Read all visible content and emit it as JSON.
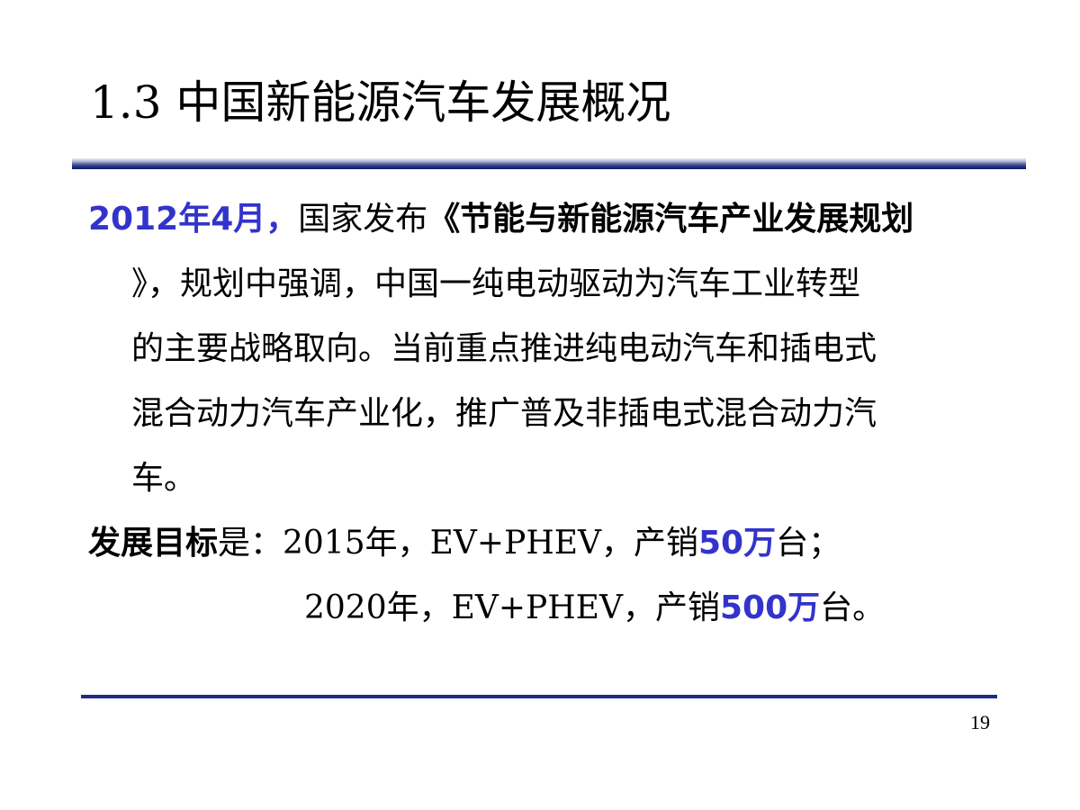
{
  "slide": {
    "title": "1.3 中国新能源汽车发展概况",
    "page_number": "19"
  },
  "paragraph1": {
    "date": "2012年4月，",
    "intro": "国家发布",
    "plan_title": "《节能与新能源汽车产业发展规划",
    "lines": [
      "》，规划中强调，中国一纯电动驱动为汽车工业转型",
      "的主要战略取向。当前重点推进纯电动汽车和插电式",
      "混合动力汽车产业化，推广普及非插电式混合动力汽",
      "车。"
    ]
  },
  "targets": {
    "label": "发展目标",
    "label_suffix": "是：",
    "line1": {
      "prefix": "2015年，EV+PHEV，产销",
      "amount": "50万",
      "suffix": "台；"
    },
    "line2": {
      "prefix": "2020年，EV+PHEV，产销",
      "amount": "500万",
      "suffix": "台。"
    }
  },
  "colors": {
    "accent_blue": "#3333cc",
    "rule_navy": "#1f2c83"
  }
}
